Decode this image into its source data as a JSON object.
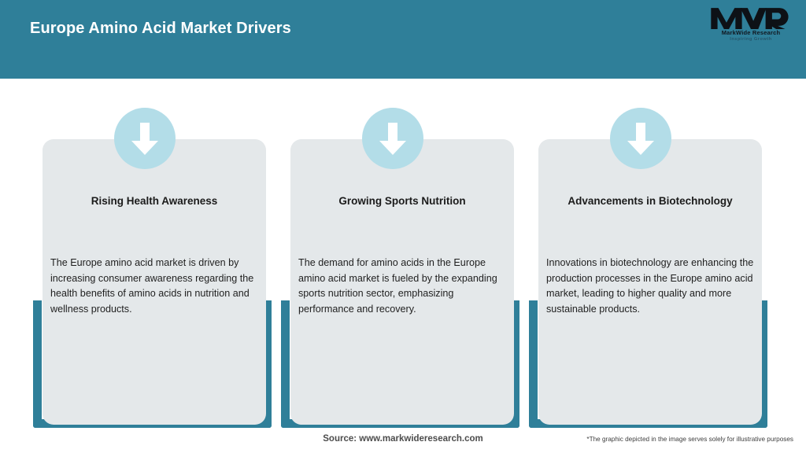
{
  "header": {
    "title": "Europe Amino Acid Market Drivers",
    "bg_color": "#2f7f99",
    "title_color": "#ffffff",
    "logo": {
      "mark": "MWR",
      "name": "MarkWide Research",
      "tagline": "Inspiring Growth"
    }
  },
  "theme": {
    "accent_teal": "#2f7f99",
    "icon_circle_blue": "#b3dde8",
    "panel_gray": "#e4e8ea",
    "page_background": "#ffffff"
  },
  "cards": [
    {
      "icon": "arrow-down-icon",
      "title": "Rising Health Awareness",
      "body": "The Europe amino acid market is driven by increasing consumer awareness regarding the health benefits of amino acids in nutrition and wellness products."
    },
    {
      "icon": "arrow-down-icon",
      "title": "Growing Sports Nutrition",
      "body": "The demand for amino acids in the Europe amino acid market is fueled by the expanding sports nutrition sector, emphasizing performance and recovery."
    },
    {
      "icon": "arrow-down-icon",
      "title": "Advancements in Biotechnology",
      "body": "Innovations in biotechnology are enhancing the production processes in the Europe amino acid market, leading to higher quality and more sustainable products."
    }
  ],
  "footer": {
    "source": "Source: www.markwideresearch.com",
    "disclaimer": "*The graphic depicted in the image serves solely for illustrative purposes"
  }
}
